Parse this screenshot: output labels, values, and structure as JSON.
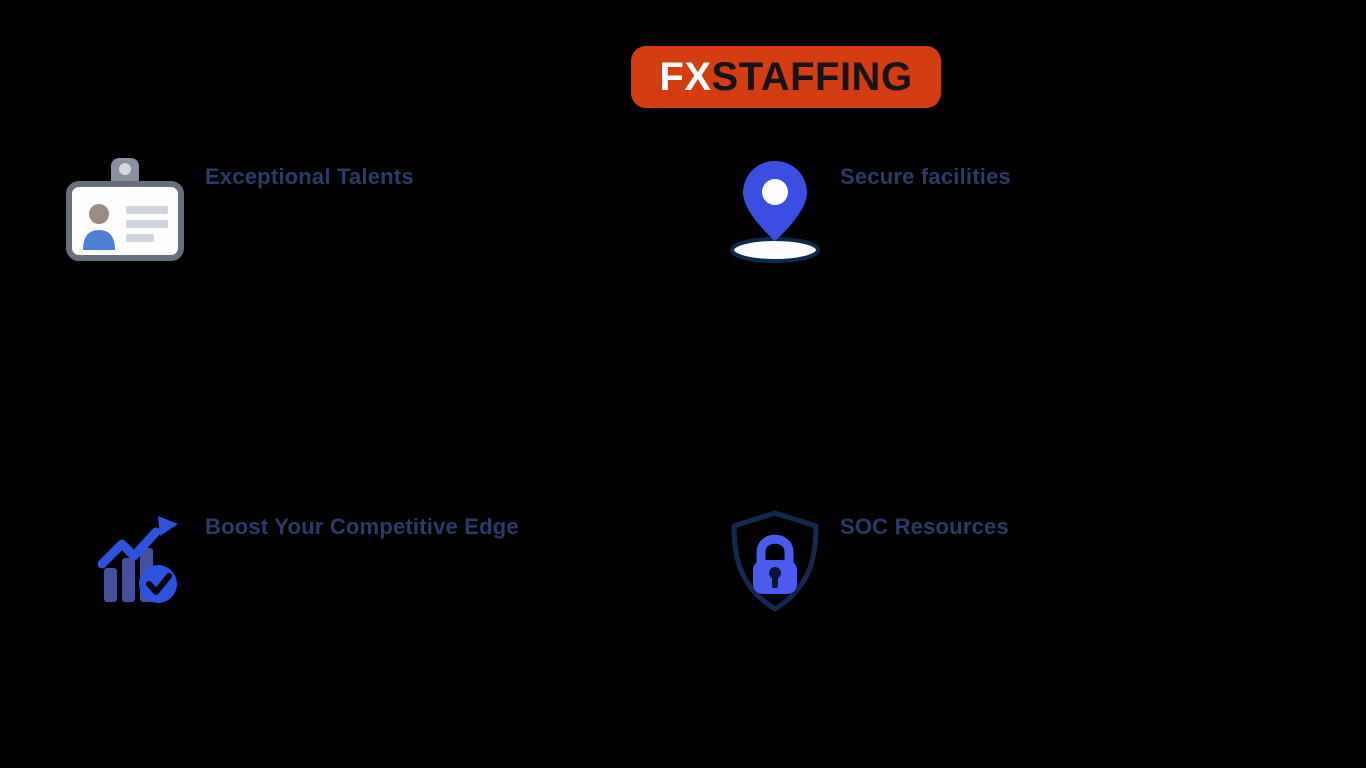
{
  "logo": {
    "prefix": "FX",
    "suffix": "STAFFING"
  },
  "features": [
    {
      "title": "Exceptional Talents",
      "icon": "id-badge-icon"
    },
    {
      "title": "Secure facilities",
      "icon": "location-pin-icon"
    },
    {
      "title": "Boost Your Competitive Edge",
      "icon": "growth-chart-icon"
    },
    {
      "title": "SOC Resources",
      "icon": "shield-lock-icon"
    }
  ],
  "colors": {
    "background": "#000000",
    "logo_background": "#d43d12",
    "logo_prefix_text": "#ffffff",
    "logo_suffix_text": "#151515",
    "heading_text": "#2b3a68",
    "icon_blue": "#3a4fe2",
    "icon_navy": "#15294e"
  }
}
